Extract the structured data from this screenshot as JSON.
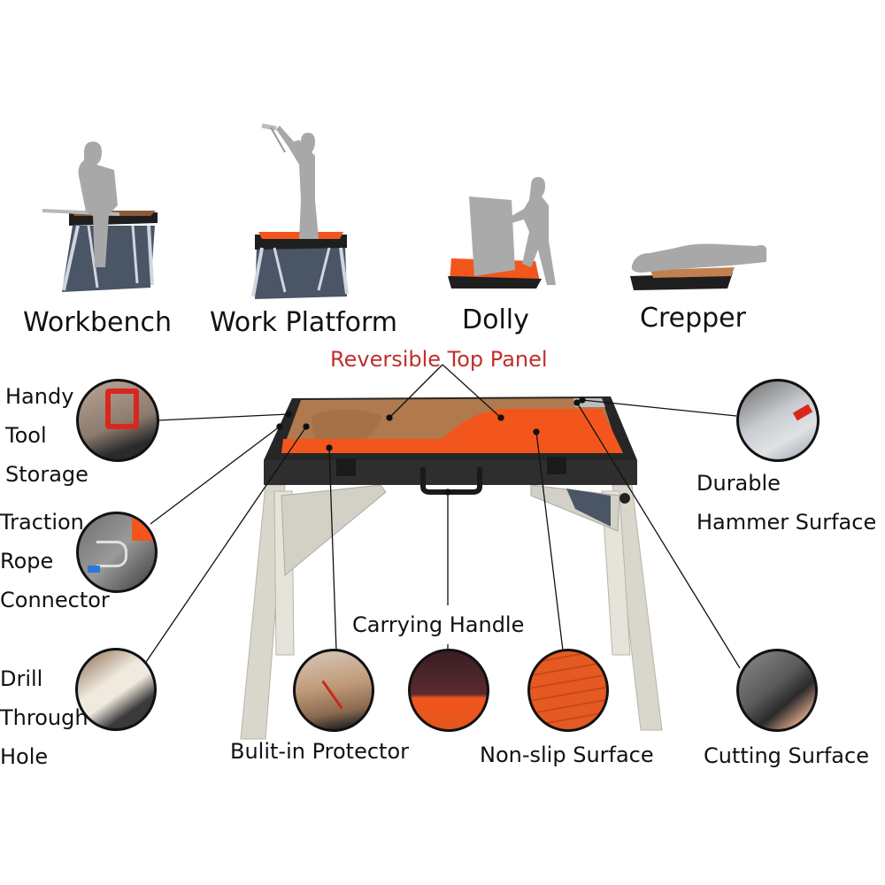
{
  "modes": [
    {
      "label": "Workbench"
    },
    {
      "label": "Work Platform"
    },
    {
      "label": "Dolly"
    },
    {
      "label": "Crepper"
    }
  ],
  "top_panel_title": "Reversible Top Panel",
  "features": {
    "handy_tool_storage": [
      "Handy",
      "Tool",
      "Storage"
    ],
    "traction_rope_connector": [
      "Traction",
      "Rope",
      "Connector"
    ],
    "drill_through_hole": [
      "Drill",
      "Through",
      "Hole"
    ],
    "builtin_protector": "Bulit-in Protector",
    "carrying_handle": "Carrying Handle",
    "non_slip_surface": "Non-slip Surface",
    "cutting_surface": "Cutting Surface",
    "durable_hammer_surface": [
      "Durable",
      "Hammer Surface"
    ]
  },
  "colors": {
    "accent_orange": "#f2561d",
    "wood_brown": "#b07a4e",
    "frame_dark": "#2e2e2e",
    "leg_silver": "#d9d6cc",
    "silhouette_gray": "#a8a8a8",
    "title_red": "#c0302b"
  }
}
